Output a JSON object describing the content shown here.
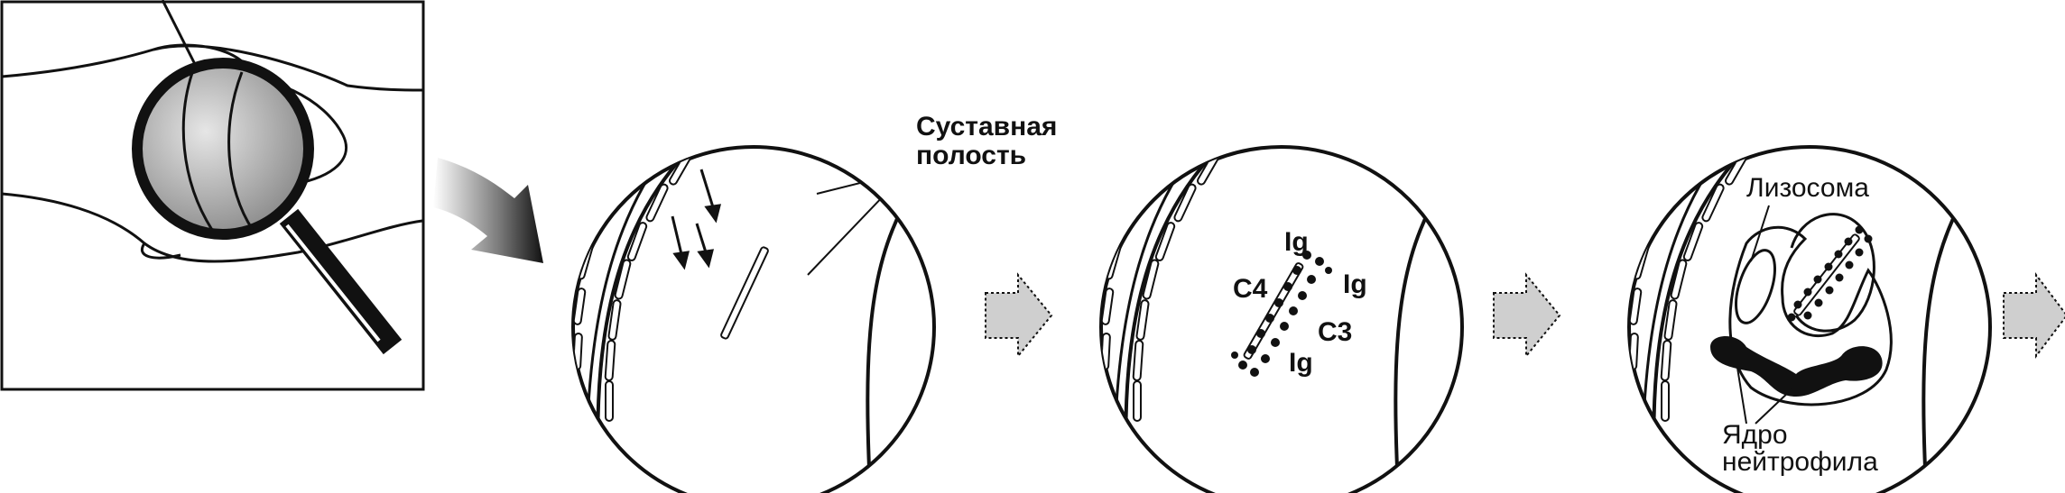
{
  "labels": {
    "joint_cavity_line1": "Суставная",
    "joint_cavity_line2": "полость",
    "ig_top": "Ig",
    "c4": "C4",
    "ig_right": "Ig",
    "c3": "C3",
    "ig_bottom": "Ig",
    "lysosome": "Лизосома",
    "nucleus_line1": "Ядро",
    "nucleus_line2": "нейтрофила"
  },
  "colors": {
    "ink": "#111111",
    "arrow_fill": "#cfcfcf"
  }
}
